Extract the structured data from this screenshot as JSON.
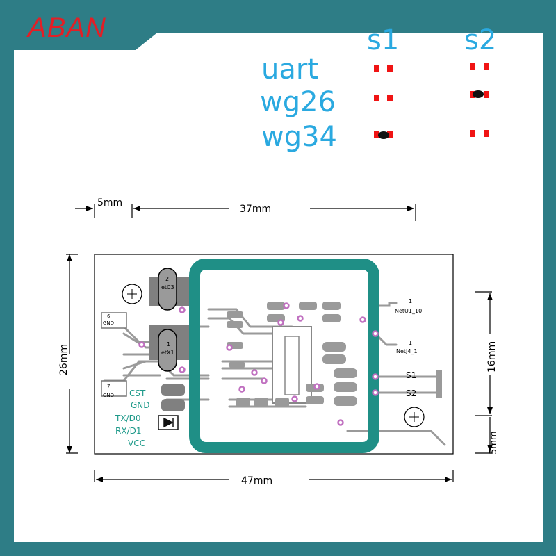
{
  "brand": {
    "logo_text": "ABAN"
  },
  "config_table": {
    "columns": [
      "s1",
      "s2"
    ],
    "rows": [
      {
        "label": "uart",
        "s1_bridged": false,
        "s2_bridged": false
      },
      {
        "label": "wg26",
        "s1_bridged": false,
        "s2_bridged": true
      },
      {
        "label": "wg34",
        "s1_bridged": true,
        "s2_bridged": false
      }
    ],
    "colors": {
      "label": "#2aa9e0",
      "pad": "#f01414",
      "solder": "#111111"
    }
  },
  "dimensions": {
    "left_margin": "5mm",
    "coil_width": "37mm",
    "total_width": "47mm",
    "total_height": "26mm",
    "header_spacing": "16mm",
    "bottom_margin": "5mm"
  },
  "pcb": {
    "components": {
      "cap": {
        "pin": "2",
        "ref": "etC3"
      },
      "crystal": {
        "pin": "1",
        "ref": "etX1"
      },
      "net_a": {
        "pin": "1",
        "ref": "NetU1_10"
      },
      "net_b": {
        "pin": "1",
        "ref": "NetJ4_1"
      }
    },
    "left_header": {
      "top_pin": "6",
      "top_net": "GND",
      "bottom_pin": "7",
      "bottom_net": "GND"
    },
    "silk_labels": [
      "CST",
      "GND",
      "TX/D0",
      "RX/D1",
      "VCC"
    ],
    "outputs": [
      "S1",
      "S2"
    ],
    "colors": {
      "trace": "#999999",
      "coil": "#1f8f86",
      "via": "#c070c0"
    }
  }
}
